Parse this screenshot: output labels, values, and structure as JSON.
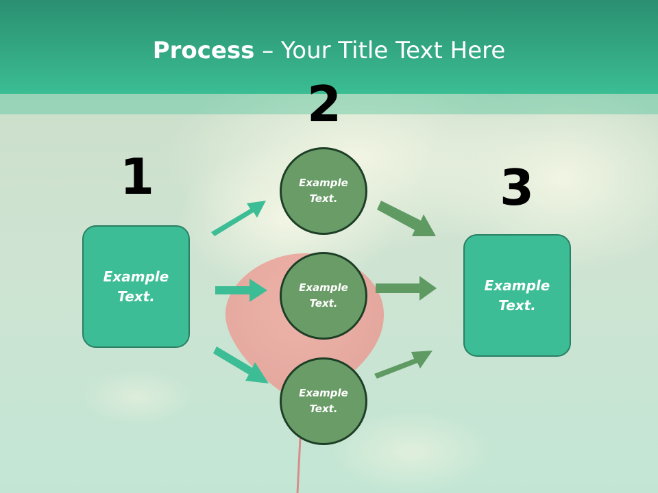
{
  "title": {
    "bold": "Process",
    "rest": " – Your Title Text Here"
  },
  "steps": {
    "one": "1",
    "two": "2",
    "three": "3"
  },
  "left_box": {
    "line1": "Example",
    "line2": "Text."
  },
  "right_box": {
    "line1": "Example",
    "line2": "Text."
  },
  "circles": [
    {
      "line1": "Example",
      "line2": "Text."
    },
    {
      "line1": "Example",
      "line2": "Text."
    },
    {
      "line1": "Example",
      "line2": "Text."
    }
  ],
  "colors": {
    "header": "#3bbd93",
    "box_fill": "#3dbd95",
    "circle_fill": "#6a9c67",
    "left_arrows": "#3dbd95",
    "right_arrows": "#5e9a62"
  }
}
